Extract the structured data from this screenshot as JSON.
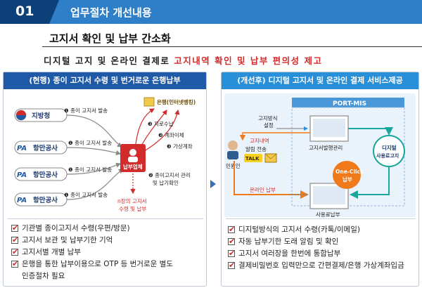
{
  "header": {
    "number": "01",
    "title": "업무절차 개선내용"
  },
  "subtitle": "고지서 확인 및 납부 간소화",
  "tagline": {
    "part1": "디지털 고지 및 온라인 결제로 ",
    "highlight": "고지내역 확인 및 납부 편의성 제고"
  },
  "left": {
    "title": "(현행) 종이 고지서 수령 및 번거로운 은행납부",
    "orgs": [
      "지방청",
      "항만공사",
      "항만공사",
      "항만공사"
    ],
    "badges": [
      "PA",
      "PA",
      "PA"
    ],
    "issue_steps": [
      "❶ 종이 고지서 발송",
      "❶ 종이 고지서 발송",
      "❶ 종이 고지서 발송",
      "❶ 종이 고지서 발송"
    ],
    "payer": "납부업체",
    "bank": "은행(인터넷뱅킹)",
    "step3": [
      "❸ 지로수납",
      "❸ 계좌이체",
      "❸ 가상계좌"
    ],
    "step2": [
      "❷ 종이고지서 관리",
      "및 납기확인"
    ],
    "n_note": [
      "n장의 고지서",
      "수령 및 납부"
    ],
    "checklist": [
      "기관별 종이고지서 수령(우편/방문)",
      "고지서 보관 및 납부기한 기억",
      "고지서별 개별 납부",
      "은행을 통한 납부이용으로 OTP 등 번거로운 별도",
      "인증절차 필요"
    ]
  },
  "right": {
    "title": "(개선후) 디지털 고지서 및 온라인 결제 서비스제공",
    "system": "PORT-MIS",
    "flow1": [
      "고지방식",
      "설정"
    ],
    "screen1": "고지서발행관리",
    "screen2": "사용료납부",
    "recipient": "민원인",
    "notice_label": "고지내역",
    "alert_label": "알림 전송",
    "talk": "TALK",
    "oneclick": [
      "One-Click",
      "납부"
    ],
    "online": "온라인 납부",
    "digital": [
      "디지털",
      "사용료고지"
    ],
    "checklist": [
      "디지털방식의 고지서 수령(카톡/이메일)",
      "자동 납부기한 도래 알림 및 확인",
      "고지서 여러장을 한번에 통합납부",
      "결제비밀번호 입력만으로 간편결제/은행 가상계좌입금"
    ]
  },
  "colors": {
    "accent": "#2f7fc8",
    "navy": "#0d3f78",
    "red": "#d12b2b",
    "orange": "#f07a1a",
    "teal": "#1aa69a"
  }
}
